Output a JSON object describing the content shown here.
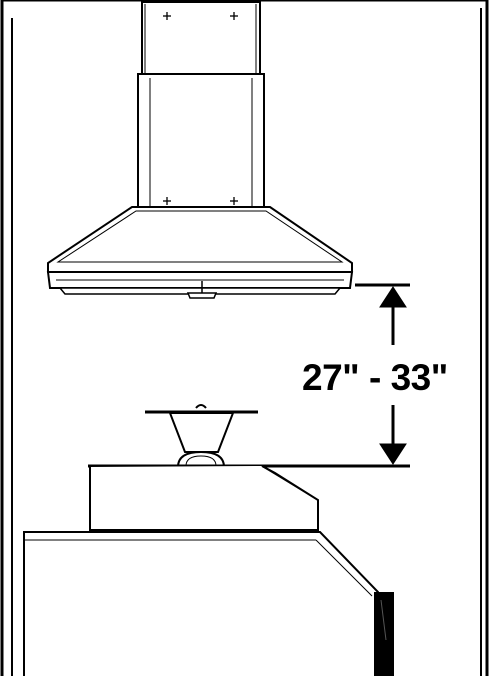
{
  "diagram": {
    "measurement_label": "27\" - 33\"",
    "colors": {
      "line": "#000000",
      "background": "#ffffff",
      "light_line": "#555555"
    },
    "components": [
      "hood-chimney-upper",
      "hood-chimney-lower",
      "hood-canopy",
      "cooktop-burner",
      "cooktop-body",
      "counter-cabinet",
      "dimension-arrow"
    ]
  }
}
